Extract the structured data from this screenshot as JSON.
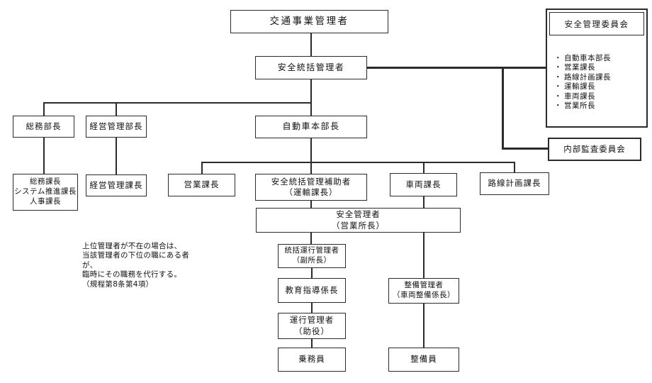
{
  "chart": {
    "title_node": "交通事業管理者",
    "nodes": {
      "ceo": "交通事業管理者",
      "safety_general_manager": "安全統括管理者",
      "general_affairs_dept_head": "総務部長",
      "business_admin_dept_head": "経営管理部長",
      "automobile_division_head": "自動車本部長",
      "general_affairs_section_chiefs": "総務課長\nシステム推進課長\n人事課長",
      "business_admin_section_chief": "経営管理課長",
      "sales_section_chief": "営業課長",
      "safety_general_manager_assistant": "安全統括管理補助者\n（運輸課長）",
      "vehicle_section_chief": "車両課長",
      "route_planning_section_chief": "路線計画課長",
      "safety_manager": "安全管理者\n（営業所長）",
      "chief_operation_manager": "統括運行管理者\n（副所長）",
      "education_guidance_chief": "教育指導係長",
      "operation_manager": "運行管理者\n（助役）",
      "crew_member": "乗務員",
      "maintenance_manager": "整備管理者\n（車両整備係長）",
      "maintenance_staff": "整備員",
      "internal_audit_committee": "内部監査委員会"
    },
    "safety_committee": {
      "title": "安全管理委員会",
      "bullet": "・",
      "members": [
        "自動車本部長",
        "営業課長",
        "路線計画課長",
        "運輸課長",
        "車両課長",
        "営業所長"
      ]
    },
    "note": "上位管理者が不在の場合は、\n当該管理者の下位の職にある者\nが、\n臨時にその職務を代行する。\n（規程第8条第4項）",
    "colors": {
      "line": "#2b2b2b",
      "background": "#ffffff"
    }
  }
}
